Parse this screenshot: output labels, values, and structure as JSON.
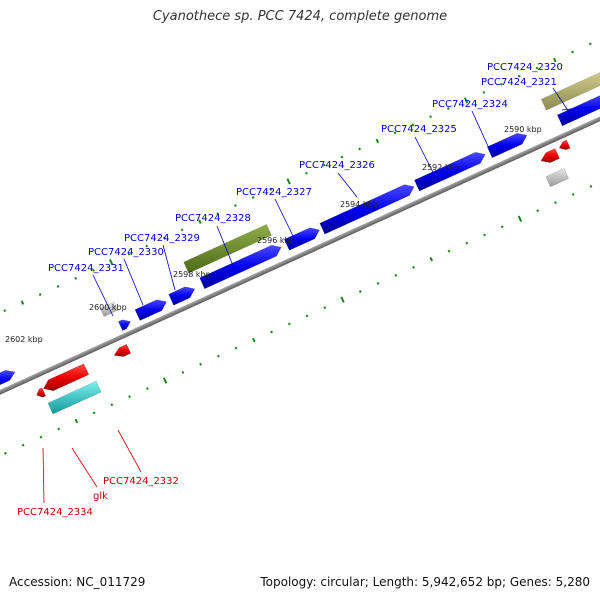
{
  "title": "Cyanothece sp. PCC 7424, complete genome",
  "footer": {
    "accession": "Accession: NC_011729",
    "summary": "Topology: circular; Length: 5,942,652 bp; Genes: 5,280"
  },
  "colors": {
    "forward_gene": "#0000ee",
    "reverse_gene": "#ee0000",
    "forward_label": "#0000cc",
    "reverse_label": "#cc0000",
    "backbone": "#808080",
    "tick": "#138a13",
    "olive_feature": "#6e8a2a",
    "khaki_feature": "#b0ad6a",
    "gray_feature": "#bdbdbd",
    "cyan_feature": "#22c9c9"
  },
  "tick_labels": [
    "2590 kbp",
    "2592 kbp",
    "2594 kbp",
    "2596 kbp",
    "2598 kbp",
    "2600 kbp",
    "2602 kbp"
  ],
  "forward_labels": [
    "PCC7424_2320",
    "PCC7424_2321",
    "PCC7424_2324",
    "PCC7424_2325",
    "PCC7424_2326",
    "PCC7424_2327",
    "PCC7424_2328",
    "PCC7424_2329",
    "PCC7424_2330",
    "PCC7424_2331"
  ],
  "reverse_labels": [
    "PCC7424_2332",
    "glk",
    "PCC7424_2334"
  ]
}
